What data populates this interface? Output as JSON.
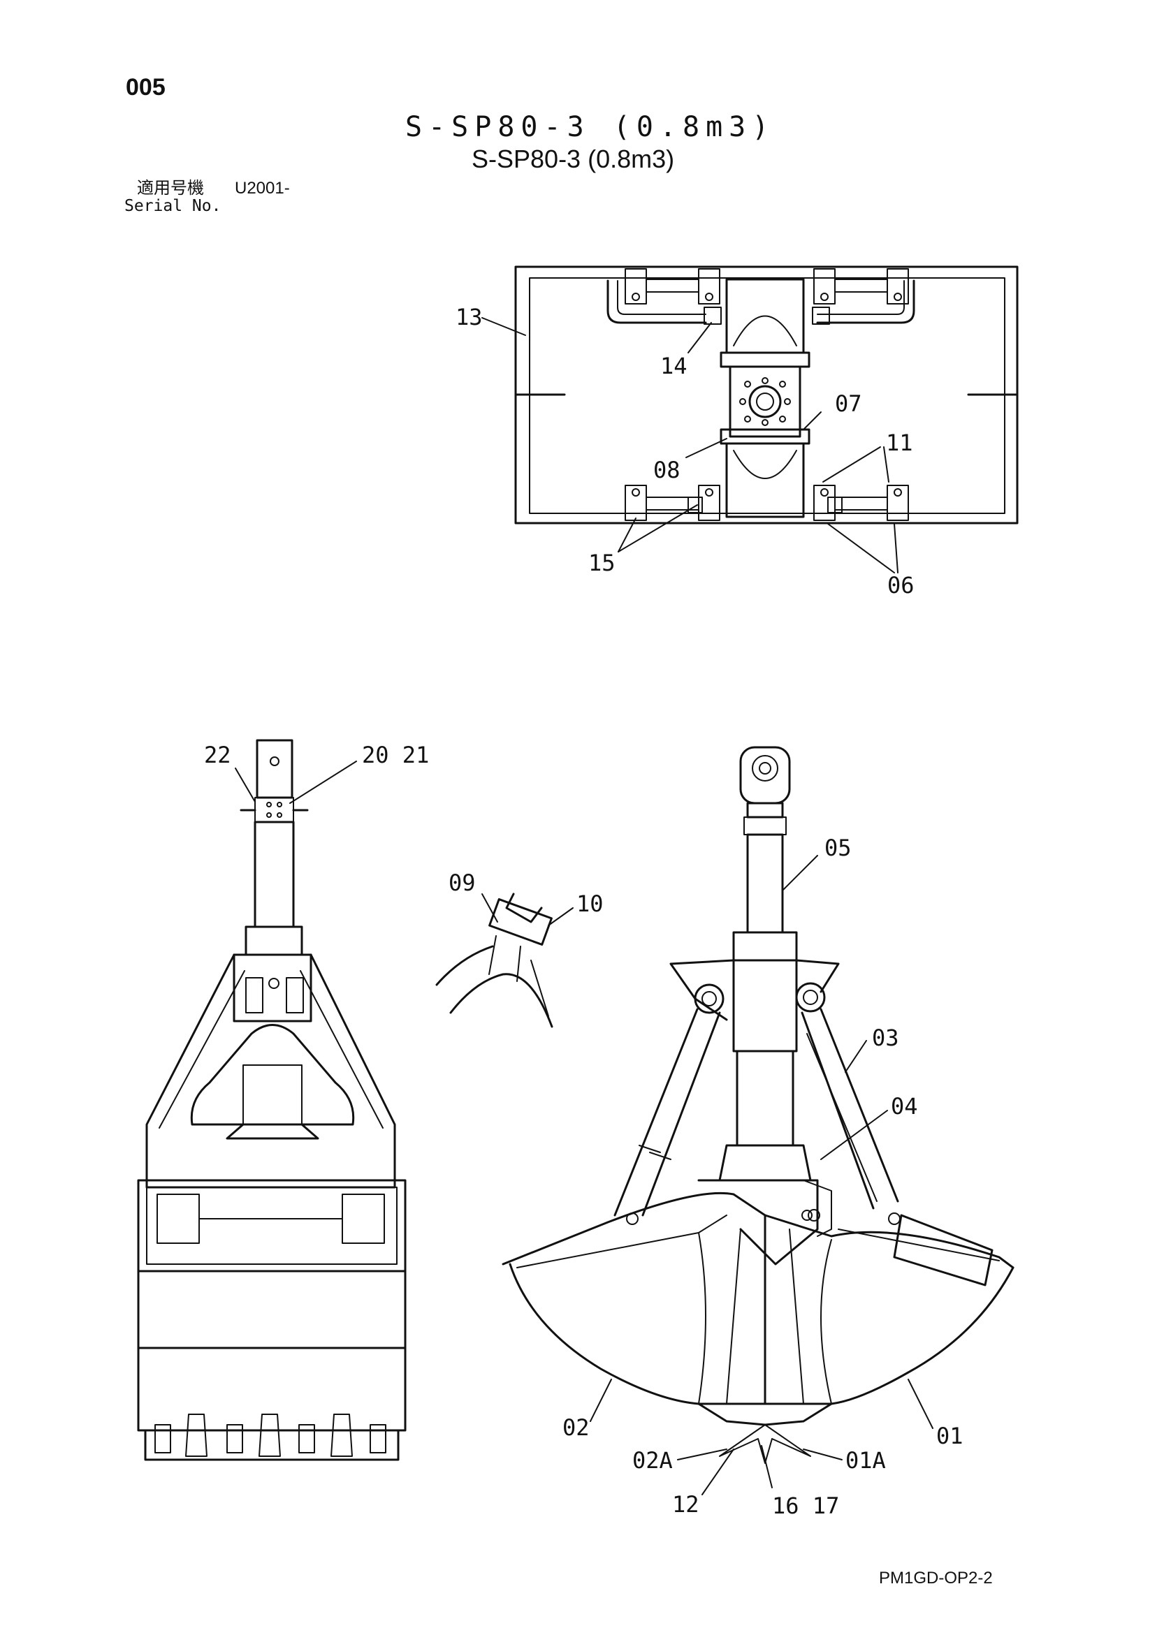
{
  "page_number": "005",
  "title_main": "S-SP80-3 (0.8m3)",
  "title_sub": "S-SP80-3 (0.8m3)",
  "serial": {
    "label_jp": "適用号機",
    "value": "U2001-",
    "label_en": "Serial No."
  },
  "callouts": {
    "c13": "13",
    "c14": "14",
    "c07": "07",
    "c08": "08",
    "c11": "11",
    "c15": "15",
    "c06": "06",
    "c22": "22",
    "c2021": "20 21",
    "c05": "05",
    "c09": "09",
    "c10": "10",
    "c03": "03",
    "c04": "04",
    "c02": "02",
    "c01": "01",
    "c02A": "02A",
    "c01A": "01A",
    "c12": "12",
    "c1617": "16 17"
  },
  "doc_code": "PM1GD-OP2-2"
}
